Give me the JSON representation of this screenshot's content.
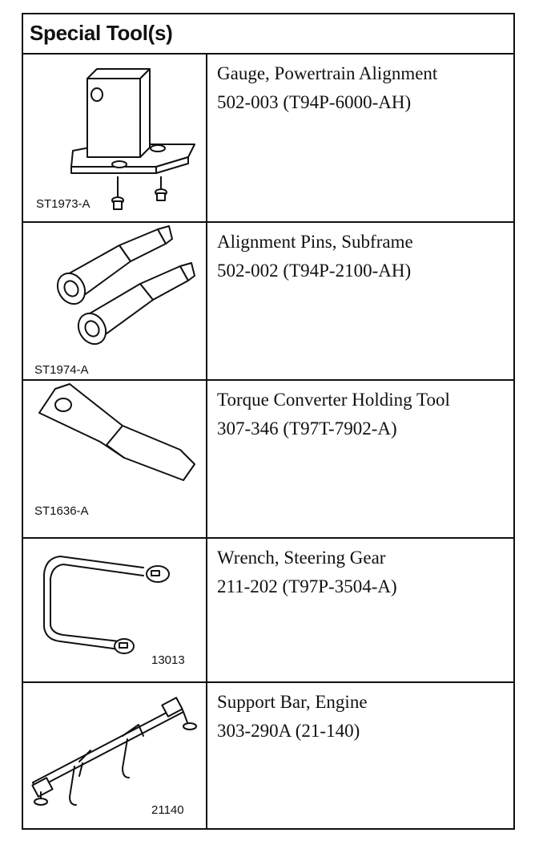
{
  "header": {
    "title": "Special Tool(s)"
  },
  "tools": [
    {
      "name": "Gauge, Powertrain Alignment",
      "number": "502-003 (T94P-6000-AH)",
      "illustration_code": "ST1973-A",
      "icon": "alignment-gauge-icon"
    },
    {
      "name": "Alignment Pins, Subframe",
      "number": "502-002 (T94P-2100-AH)",
      "illustration_code": "ST1974-A",
      "icon": "alignment-pins-icon"
    },
    {
      "name": "Torque Converter Holding Tool",
      "number": "307-346 (T97T-7902-A)",
      "illustration_code": "ST1636-A",
      "icon": "holding-tool-icon"
    },
    {
      "name": "Wrench, Steering Gear",
      "number": "211-202 (T97P-3504-A)",
      "illustration_code": "13013",
      "icon": "steering-wrench-icon"
    },
    {
      "name": "Support Bar, Engine",
      "number": "303-290A (21-140)",
      "illustration_code": "21140",
      "icon": "support-bar-icon"
    }
  ]
}
